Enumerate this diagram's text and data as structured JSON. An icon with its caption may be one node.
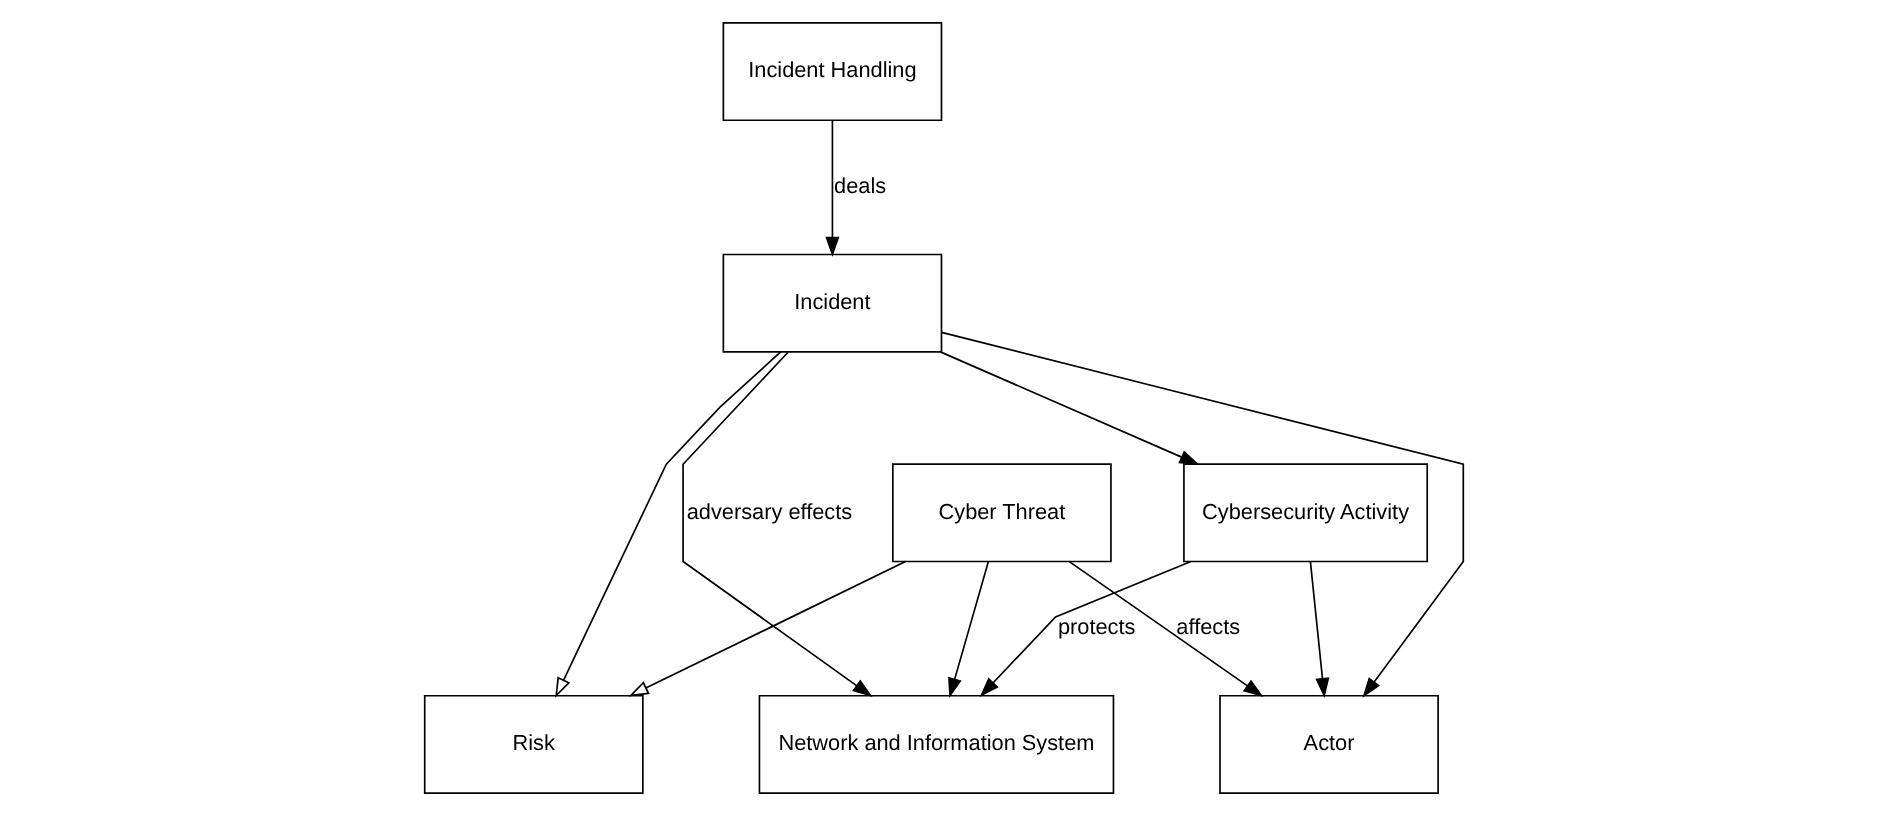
{
  "diagram": {
    "nodes": [
      {
        "text": [
          "Risk"
        ]
      },
      {
        "text": [
          "Incident"
        ]
      },
      {
        "text": [
          "Network and Information System"
        ]
      },
      {
        "text": [
          "Cybersecurity Activity"
        ]
      },
      {
        "text": [
          "Incident Handling"
        ]
      },
      {
        "text": [
          "Actor"
        ]
      },
      {
        "text": [
          "Cyber Threat"
        ]
      }
    ],
    "edges": [
      {
        "from": 1,
        "to": 0,
        "arrow": "to"
      },
      {
        "from": 6,
        "to": 0,
        "arrow": "to"
      },
      {
        "from": 1,
        "to": 2,
        "arrow": "to",
        "label": "adversary effects"
      },
      {
        "from": 1,
        "to": 3,
        "arrow": "to"
      },
      {
        "from": 1,
        "to": 5,
        "arrow": "to"
      },
      {
        "from": 4,
        "to": 1,
        "arrow": "to",
        "label": "deals"
      },
      {
        "from": 3,
        "to": 2,
        "arrow": "to",
        "label": "protects"
      },
      {
        "from": 3,
        "to": 5,
        "arrow": "to"
      },
      {
        "from": 6,
        "to": 2,
        "arrow": "to"
      },
      {
        "from": 6,
        "to": 5,
        "arrow": "to",
        "label": "affects"
      }
    ]
  }
}
